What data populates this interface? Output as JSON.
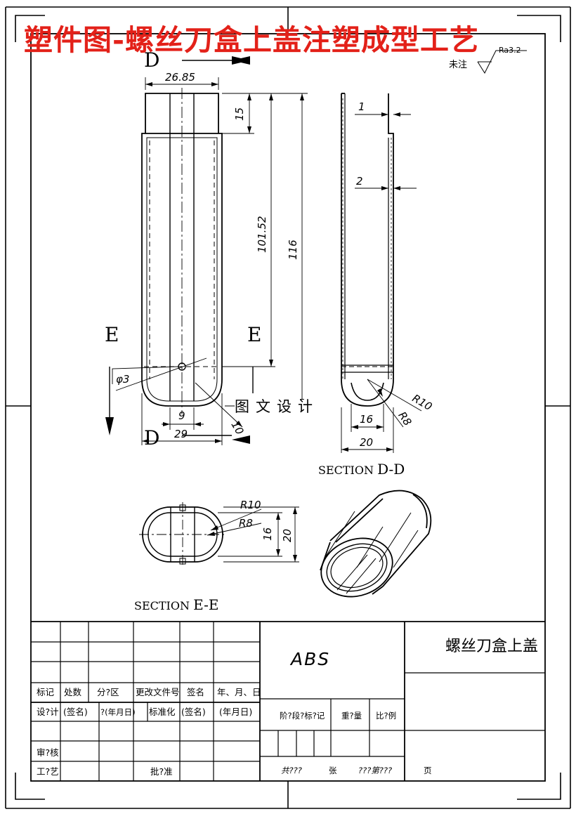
{
  "title": "塑件图-螺丝刀盒上盖注塑成型工艺",
  "section_labels": {
    "D": "D",
    "E": "E"
  },
  "roughness": {
    "note": "未注",
    "value": "Ra3.2"
  },
  "dimensions": {
    "d26_85": "26.85",
    "d15": "15",
    "d101_52": "101.52",
    "d116": "116",
    "phi3": "φ3",
    "d9": "9",
    "d29": "29",
    "d10": "10",
    "d1": "1",
    "d2": "2",
    "r10": "R10",
    "r8": "R8",
    "d16": "16",
    "d20": "20"
  },
  "section_dd": {
    "prefix": "SECTION",
    "label": "D-D"
  },
  "section_ee": {
    "prefix": "SECTION",
    "label": "E-E"
  },
  "watermark": "图文设计",
  "title_block": {
    "material": "ABS",
    "part_name": "螺丝刀盒上盖",
    "revision_headers": [
      "标记",
      "处数",
      "分?区",
      "更改文件号",
      "签名",
      "年、月、日"
    ],
    "row_design": [
      "设?计",
      "(签名)",
      "?(年月日)",
      "标准化",
      "(签名)",
      "(年月日)"
    ],
    "stage_headers": [
      "阶?段?标?记",
      "重?量",
      "比?例"
    ],
    "check": "审?核",
    "process": "工?艺",
    "approve": "批?准",
    "sheets": {
      "total": "共???",
      "unit": "张",
      "sheet": "???第???",
      "page": "页"
    }
  }
}
